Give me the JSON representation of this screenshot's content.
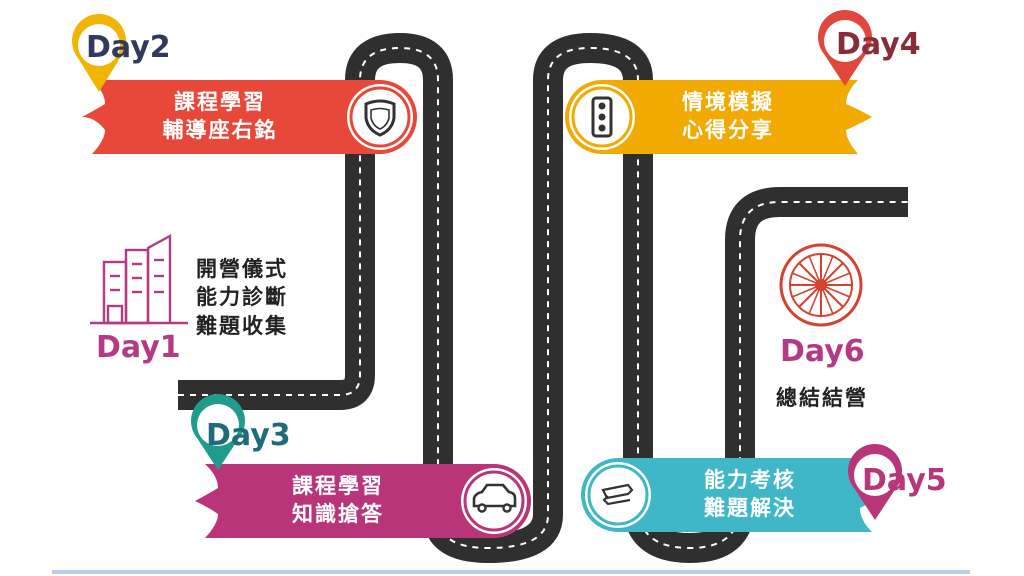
{
  "colors": {
    "road": "#2f2f2f",
    "day2": "#e8483a",
    "day4": "#f2a900",
    "day3": "#b8357a",
    "day5": "#3fb7c6",
    "day1": "#b53a86",
    "day6": "#d5432f",
    "pin_day2": "#f1b400",
    "pin_day4": "#e0483c",
    "pin_day3": "#1f9c8c",
    "pin_day5": "#b8357a",
    "day_label_dark": "#2f3a5c",
    "day_label_red": "#8a2b3a"
  },
  "stages": {
    "day2": {
      "day": "Day2",
      "line1": "課程學習",
      "line2": "輔導座右銘",
      "icon": "shield-icon"
    },
    "day4": {
      "day": "Day4",
      "line1": "情境模擬",
      "line2": "心得分享",
      "icon": "traffic-light-icon"
    },
    "day1": {
      "day": "Day1",
      "line1": "開營儀式",
      "line2": "能力診斷",
      "line3": "難題收集",
      "icon": "building-icon"
    },
    "day6": {
      "day": "Day6",
      "line1": "總結結營",
      "icon": "wheel-icon"
    },
    "day3": {
      "day": "Day3",
      "line1": "課程學習",
      "line2": "知識搶答",
      "icon": "car-icon"
    },
    "day5": {
      "day": "Day5",
      "line1": "能力考核",
      "line2": "難題解決",
      "icon": "road-sign-icon"
    }
  }
}
